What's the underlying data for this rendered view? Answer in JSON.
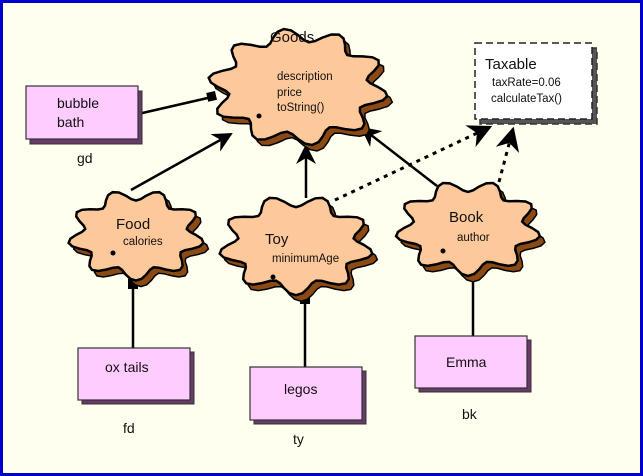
{
  "colors": {
    "frame": "#0000cc",
    "background": "#fffff0",
    "cloud_fill": "#fdc89a",
    "cloud_shadow": "#8b4a14",
    "object_fill": "#ffccff",
    "object_shadow": "#6a3a6a",
    "interface_fill": "#ffffff",
    "line": "#000000"
  },
  "classes": {
    "goods": {
      "name": "Goods",
      "members": [
        "description",
        "price",
        "toString()"
      ]
    },
    "food": {
      "name": "Food",
      "members": [
        "calories"
      ]
    },
    "toy": {
      "name": "Toy",
      "members": [
        "minimumAge"
      ]
    },
    "book": {
      "name": "Book",
      "members": [
        "author"
      ]
    }
  },
  "interface": {
    "name": "Taxable",
    "members": [
      "taxRate=0.06",
      "calculateTax()"
    ]
  },
  "objects": {
    "gd": {
      "value_lines": [
        "bubble",
        "bath"
      ],
      "variable": "gd"
    },
    "fd": {
      "value_lines": [
        "ox tails"
      ],
      "variable": "fd"
    },
    "ty": {
      "value_lines": [
        "legos"
      ],
      "variable": "ty"
    },
    "bk": {
      "value_lines": [
        "Emma"
      ],
      "variable": "bk"
    }
  },
  "relations": [
    {
      "from": "Food",
      "to": "Goods",
      "kind": "inheritance"
    },
    {
      "from": "Toy",
      "to": "Goods",
      "kind": "inheritance"
    },
    {
      "from": "Book",
      "to": "Goods",
      "kind": "inheritance"
    },
    {
      "from": "Toy",
      "to": "Taxable",
      "kind": "implements"
    },
    {
      "from": "Book",
      "to": "Taxable",
      "kind": "implements"
    },
    {
      "from": "gd",
      "to": "Goods",
      "kind": "instance-of"
    },
    {
      "from": "fd",
      "to": "Food",
      "kind": "instance-of"
    },
    {
      "from": "ty",
      "to": "Toy",
      "kind": "instance-of"
    },
    {
      "from": "bk",
      "to": "Book",
      "kind": "instance-of"
    }
  ]
}
